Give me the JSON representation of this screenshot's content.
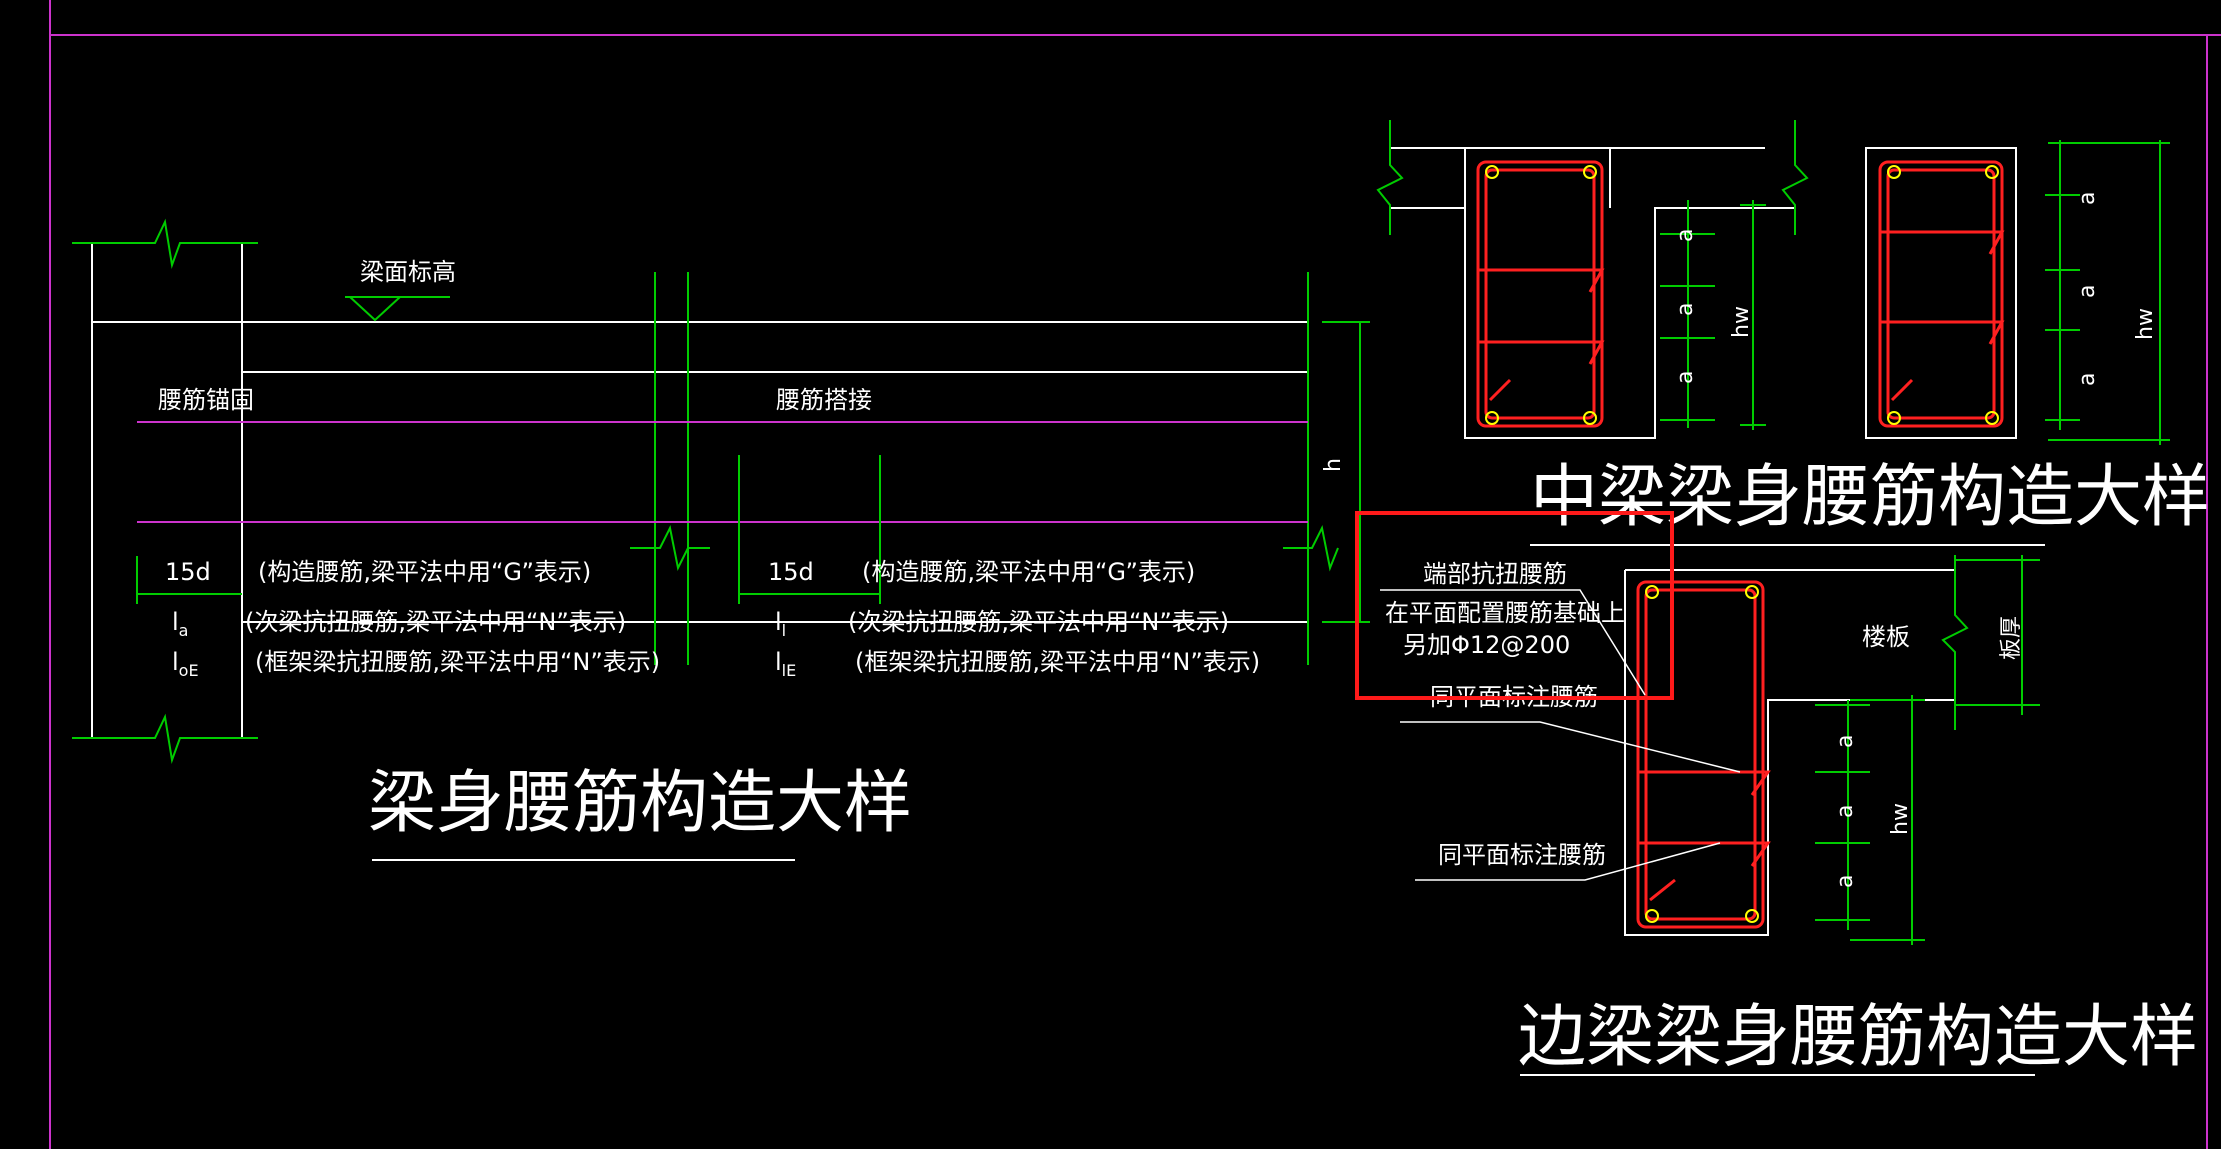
{
  "colors": {
    "background": "#000000",
    "frame": "#cc33cc",
    "outline": "#ffffff",
    "dimension": "#00cc00",
    "rebar": "#ff2020",
    "bar_dot": "#ffff00",
    "waist_line": "#cc33cc",
    "highlight_box": "#ff1a1a"
  },
  "left_detail": {
    "title": "梁身腰筋构造大样",
    "beam_top_label": "梁面标高",
    "anchor_label": "腰筋锚固",
    "lap_label": "腰筋搭接",
    "anchor_lengths": [
      "15d",
      "l",
      "l"
    ],
    "anchor_subscripts": [
      "",
      "a",
      "oE"
    ],
    "anchor_descriptions": [
      "(构造腰筋,梁平法中用“G”表示)",
      "(次梁抗扭腰筋,梁平法中用“N”表示)",
      "(框架梁抗扭腰筋,梁平法中用“N”表示)"
    ],
    "lap_lengths": [
      "15d",
      "l",
      "l"
    ],
    "lap_subscripts": [
      "",
      "l",
      "lE"
    ],
    "lap_descriptions": [
      "(构造腰筋,梁平法中用“G”表示)",
      "(次梁抗扭腰筋,梁平法中用“N”表示)",
      "(框架梁抗扭腰筋,梁平法中用“N”表示)"
    ],
    "height_label": "h"
  },
  "middle_beam": {
    "title": "中梁梁身腰筋构造大样",
    "spacing_labels": [
      "a",
      "a",
      "a"
    ],
    "height_label": "hw",
    "right_spacing_labels": [
      "a",
      "a",
      "a"
    ],
    "right_height_label": "hw"
  },
  "edge_beam": {
    "title": "边梁梁身腰筋构造大样",
    "callout_line1": "端部抗扭腰筋",
    "callout_line2": "在平面配置腰筋基础上",
    "callout_line3": "另加Φ12@200",
    "note_upper": "同平面标注腰筋",
    "note_lower": "同平面标注腰筋",
    "slab_label": "楼板",
    "slab_thickness_label": "板厚",
    "spacing_labels": [
      "a",
      "a",
      "a"
    ],
    "height_label": "hw"
  }
}
